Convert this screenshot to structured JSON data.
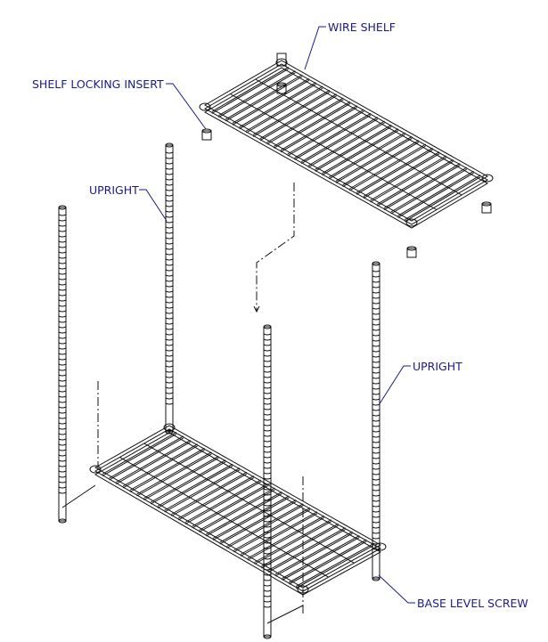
{
  "labels": {
    "wire_shelf": "WIRE SHELF",
    "shelf_locking_insert": "SHELF LOCKING INSERT",
    "upright_left": "UPRIGHT",
    "upright_right": "UPRIGHT",
    "base_level_screw": "BASE LEVEL SCREW"
  },
  "colors": {
    "label": "#1a1a8c",
    "line": "#111111"
  }
}
